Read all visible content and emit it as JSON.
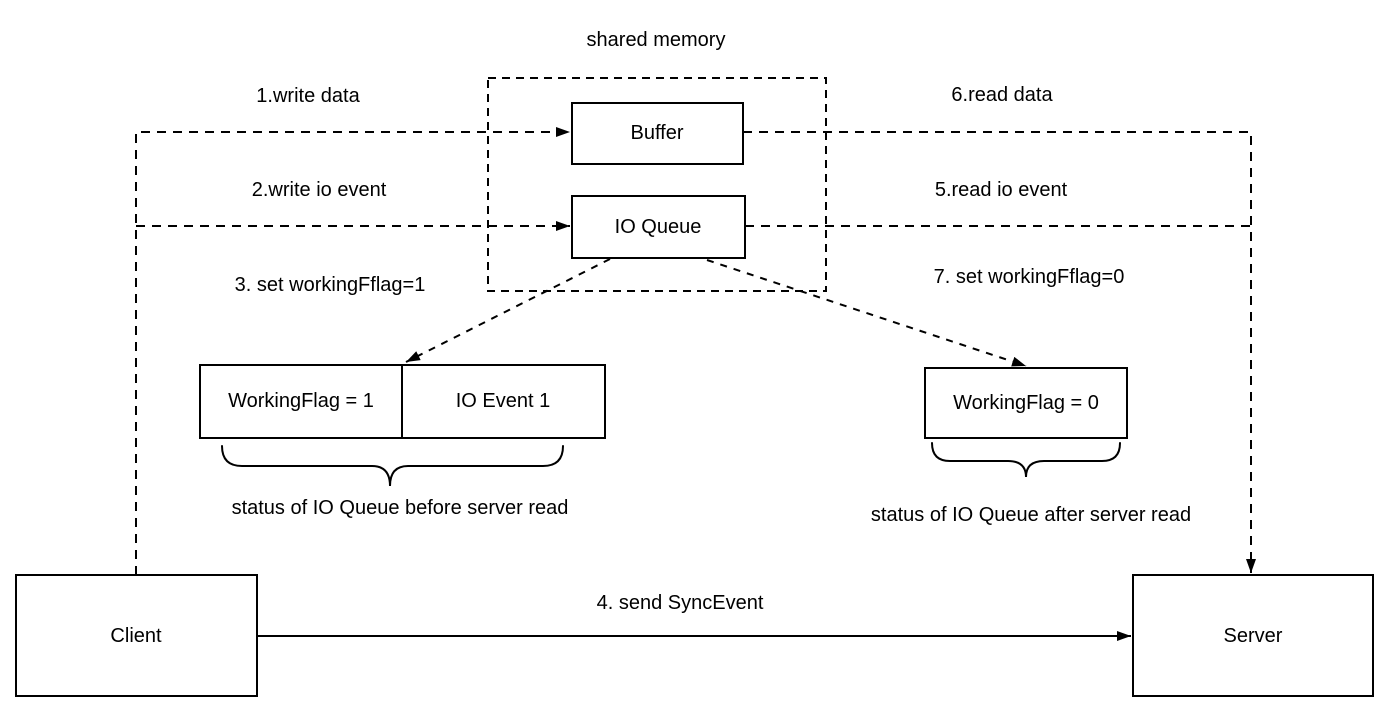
{
  "diagram": {
    "title": "shared memory",
    "shared_memory": {
      "buffer_label": "Buffer",
      "io_queue_label": "IO Queue"
    },
    "actors": {
      "client_label": "Client",
      "server_label": "Server"
    },
    "status_before": {
      "working_flag_label": "WorkingFlag = 1",
      "io_event_label": "IO Event 1",
      "caption": "status of IO Queue before server read"
    },
    "status_after": {
      "working_flag_label": "WorkingFlag = 0",
      "caption": "status of IO Queue after server read"
    },
    "steps": {
      "step1": "1.write data",
      "step2": "2.write io event",
      "step3": "3. set workingFflag=1",
      "step4": "4. send SyncEvent",
      "step5": "5.read io event",
      "step6": "6.read data",
      "step7": "7. set workingFflag=0"
    },
    "colors": {
      "stroke": "#000000",
      "background": "#ffffff",
      "text": "#000000"
    }
  }
}
